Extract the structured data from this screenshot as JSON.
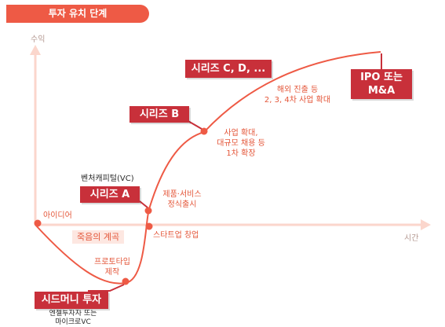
{
  "title": "투자 유치 단계",
  "axes": {
    "y_label": "수익",
    "x_label": "시간"
  },
  "stages": [
    {
      "name": "시드머니 투자",
      "note": "엔젤투자자 또는\n마이크로VC"
    },
    {
      "name": "시리즈 A",
      "note": "벤처캐피털(VC)"
    },
    {
      "name": "시리즈 B"
    },
    {
      "name": "시리즈 C, D, ..."
    },
    {
      "name": "IPO 또는\nM&A"
    }
  ],
  "milestones": {
    "idea": "아이디어",
    "prototype": "프로토타입\n제작",
    "startup": "스타트업 창업",
    "launch": "제품·서비스\n정식출시",
    "expand": "사업 확대,\n대규모 채용 등\n1차 확장",
    "global": "해외 진출 등\n2, 3, 4차 사업 확대"
  },
  "valley": "죽음의 계곡",
  "colors": {
    "accent": "#ee5a45",
    "box": "#c8303a",
    "axis": "#fbd6cc"
  }
}
